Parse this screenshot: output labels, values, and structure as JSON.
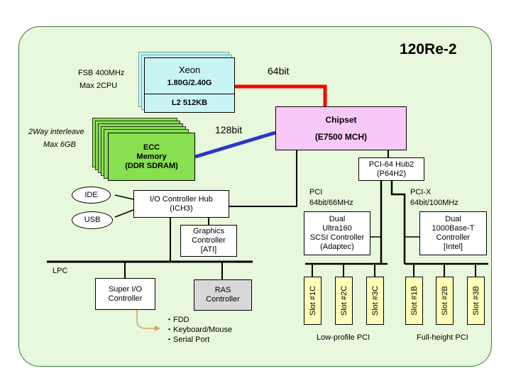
{
  "title": "120Re-2",
  "cpu": {
    "name": "Xeon",
    "speed": "1.80G/2.40G",
    "cache": "L2 512KB",
    "note_line1": "FSB 400MHz",
    "note_line2": "Max 2CPU",
    "bus_label": "64bit"
  },
  "memory": {
    "line1": "ECC",
    "line2": "Memory",
    "line3": "(DDR SDRAM)",
    "note_line1": "2Way interleave",
    "note_line2": "Max 6GB",
    "bus_label": "128bit"
  },
  "chipset": {
    "name": "Chipset",
    "model": "(E7500 MCH)"
  },
  "pci_hub": {
    "line1": "PCI-64 Hub2",
    "line2": "(P64H2)"
  },
  "io_hub": {
    "line1": "I/O Controller Hub",
    "line2": "(ICH3)"
  },
  "ide": "IDE",
  "usb": "USB",
  "graphics": {
    "line1": "Graphics",
    "line2": "Controller",
    "line3": "[ATI]"
  },
  "lpc": "LPC",
  "super_io": {
    "line1": "Super I/O",
    "line2": "Controller"
  },
  "ras": {
    "line1": "RAS",
    "line2": "Controller"
  },
  "super_io_list": [
    "・FDD",
    "・Keyboard/Mouse",
    "・Serial Port"
  ],
  "pci_bus": {
    "line1": "PCI",
    "line2": "64bit/66MHz"
  },
  "pcix_bus": {
    "line1": "PCI-X",
    "line2": "64bit/100MHz"
  },
  "scsi": {
    "line1": "Dual",
    "line2": "Ultra160",
    "line3": "SCSI Controller",
    "line4": "(Adaptec)"
  },
  "nic": {
    "line1": "Dual",
    "line2": "1000Base-T",
    "line3": "Controller",
    "line4": "[Intel]"
  },
  "low_profile_slots": [
    "Slot #1C",
    "Slot #2C",
    "Slot #3C"
  ],
  "full_height_slots": [
    "Slot #1B",
    "Slot #2B",
    "Slot #3B"
  ],
  "low_profile_label": "Low-profile PCI",
  "full_height_label": "Full-height PCI",
  "colors": {
    "panel_bg": "#e8f8dc",
    "panel_border": "#3a7a3a",
    "cpu_bg": "#c8f4f4",
    "memory_bg": "#88e050",
    "chipset_bg": "#f8c8f8",
    "ras_bg": "#d8d8d8",
    "slot_bg": "#ffffb8",
    "fsb_line": "#ff0000",
    "memory_line": "#2838c8",
    "sio_arrow": "#d8a060"
  }
}
